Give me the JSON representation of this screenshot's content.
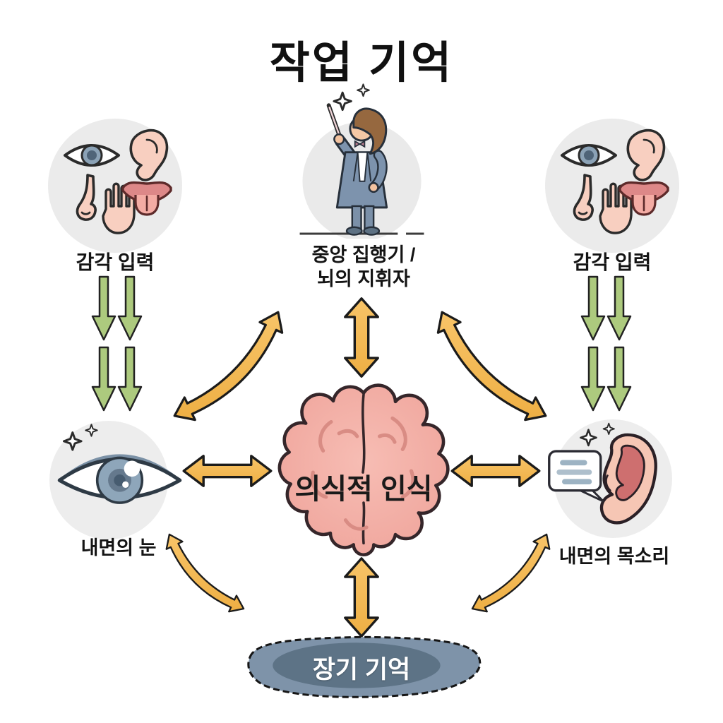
{
  "title": "작업 기억",
  "nodes": {
    "central_executive": {
      "label_line1": "중앙 집행기 /",
      "label_line2": "뇌의 지휘자"
    },
    "sensory_input_left": {
      "label": "감각 입력"
    },
    "sensory_input_right": {
      "label": "감각 입력"
    },
    "conscious_awareness": {
      "label": "의식적 인식"
    },
    "inner_eye": {
      "label": "내면의 눈"
    },
    "inner_voice": {
      "label": "내면의 목소리"
    },
    "long_term_memory": {
      "label": "장기 기억"
    }
  },
  "connections": [
    {
      "from": "sensory_input_left",
      "to": "inner_eye",
      "style": "green-down-arrows"
    },
    {
      "from": "sensory_input_right",
      "to": "inner_voice",
      "style": "green-down-arrows"
    },
    {
      "from": "central_executive",
      "to": "conscious_awareness",
      "style": "yellow-bidirectional-straight"
    },
    {
      "from": "central_executive",
      "to": "inner_eye",
      "style": "yellow-bidirectional-curved"
    },
    {
      "from": "central_executive",
      "to": "inner_voice",
      "style": "yellow-bidirectional-curved"
    },
    {
      "from": "inner_eye",
      "to": "conscious_awareness",
      "style": "yellow-bidirectional-straight"
    },
    {
      "from": "inner_voice",
      "to": "conscious_awareness",
      "style": "yellow-bidirectional-straight"
    },
    {
      "from": "inner_eye",
      "to": "long_term_memory",
      "style": "yellow-bidirectional-curved"
    },
    {
      "from": "conscious_awareness",
      "to": "long_term_memory",
      "style": "yellow-bidirectional-straight"
    },
    {
      "from": "inner_voice",
      "to": "long_term_memory",
      "style": "yellow-bidirectional-curved"
    }
  ],
  "colors": {
    "background": "#ffffff",
    "arrow_yellow": "#f6bd58",
    "arrow_green": "#adca7e",
    "outline_dark": "#1c1c1c",
    "brain_pink": "#f2aba2",
    "ltm_outer": "#7e93a9",
    "ltm_inner": "#5d7386",
    "node_circle_bg": "#ebebeb",
    "skin": "#f8cfc0",
    "suit_blue": "#7d93ad",
    "iris_blue": "#8ea6ba",
    "title_text": "#111111",
    "ltm_text": "#ffffff"
  }
}
